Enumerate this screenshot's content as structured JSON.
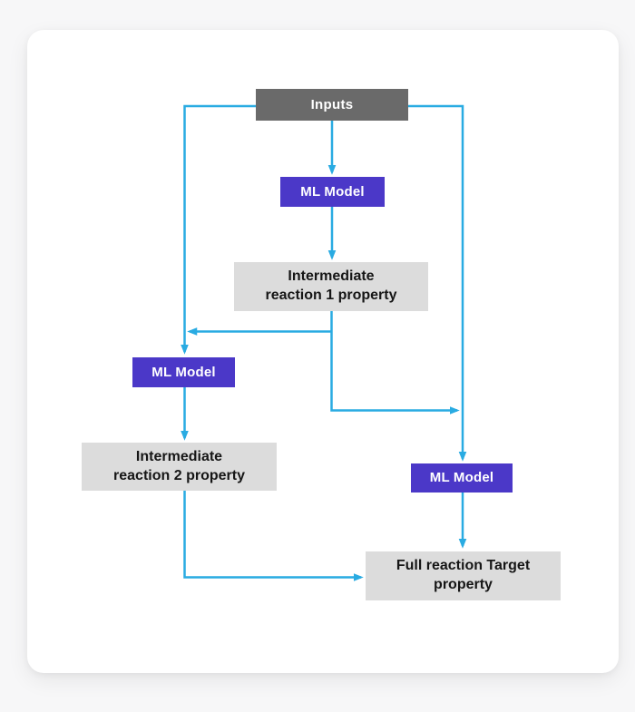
{
  "diagram": {
    "nodes": {
      "inputs": {
        "label": "Inputs"
      },
      "ml_model_1": {
        "label": "ML Model"
      },
      "intermediate_1": {
        "label": "Intermediate\nreaction 1 property"
      },
      "ml_model_2": {
        "label": "ML Model"
      },
      "intermediate_2": {
        "label": "Intermediate\nreaction 2 property"
      },
      "ml_model_3": {
        "label": "ML Model"
      },
      "full_reaction": {
        "label": "Full reaction Target\nproperty"
      }
    },
    "colors": {
      "connector": "#29abe2",
      "ml_bg": "#4b38c8",
      "inputs_bg": "#6a6a6a",
      "property_bg": "#dcdcdc",
      "card_bg": "#ffffff",
      "page_bg": "#f7f7f8",
      "dark_text": "#161616",
      "light_text": "#ffffff"
    }
  }
}
